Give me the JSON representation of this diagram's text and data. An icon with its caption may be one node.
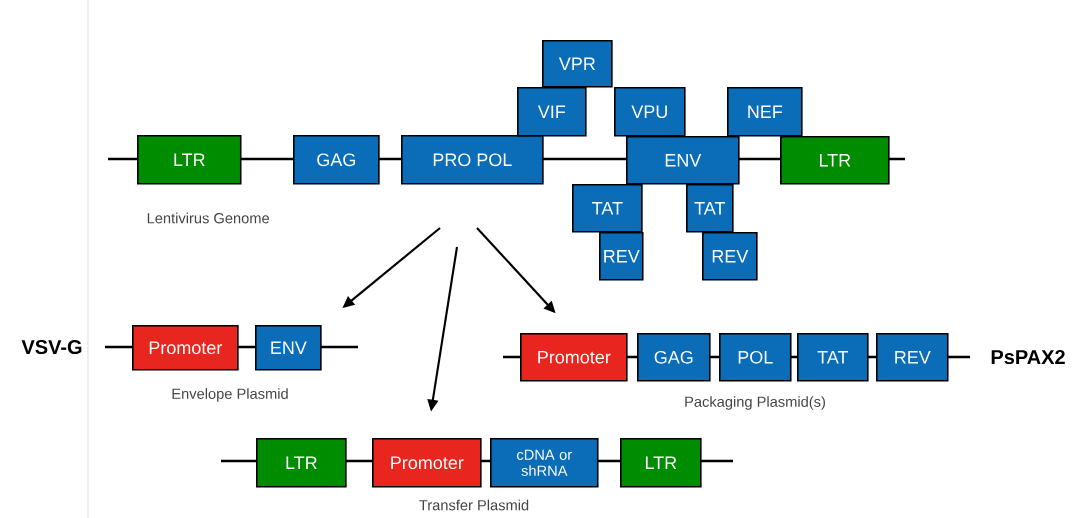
{
  "diagram": {
    "nodes": [
      {
        "text": [
          "LTR"
        ]
      },
      {
        "text": [
          "GAG"
        ]
      },
      {
        "text": [
          "PRO POL"
        ]
      },
      {
        "text": [
          "VPR"
        ]
      },
      {
        "text": [
          "VIF"
        ]
      },
      {
        "text": [
          "VPU"
        ]
      },
      {
        "text": [
          "NEF"
        ]
      },
      {
        "text": [
          "ENV"
        ]
      },
      {
        "text": [
          "LTR"
        ]
      },
      {
        "text": [
          "TAT"
        ]
      },
      {
        "text": [
          "REV"
        ]
      },
      {
        "text": [
          "TAT"
        ]
      },
      {
        "text": [
          "REV"
        ]
      },
      {
        "text": [
          "Promoter"
        ]
      },
      {
        "text": [
          "ENV"
        ]
      },
      {
        "text": [
          "Promoter"
        ]
      },
      {
        "text": [
          "GAG"
        ]
      },
      {
        "text": [
          "POL"
        ]
      },
      {
        "text": [
          "TAT"
        ]
      },
      {
        "text": [
          "REV"
        ]
      },
      {
        "text": [
          "LTR"
        ]
      },
      {
        "text": [
          "Promoter"
        ]
      },
      {
        "text": [
          "cDNA or shRNA"
        ]
      },
      {
        "text": [
          "LTR"
        ]
      }
    ],
    "edges": [
      {
        "from": null,
        "to": 14,
        "arrow": "to"
      },
      {
        "from": null,
        "to": 21,
        "arrow": "to"
      },
      {
        "from": null,
        "to": 15,
        "arrow": "to"
      }
    ],
    "labels": [
      "Lentivirus Genome",
      "VSV-G",
      "PsPAX2",
      "Envelope Plasmid",
      "Packaging Plasmid(s)",
      "Transfer Plasmid"
    ]
  }
}
